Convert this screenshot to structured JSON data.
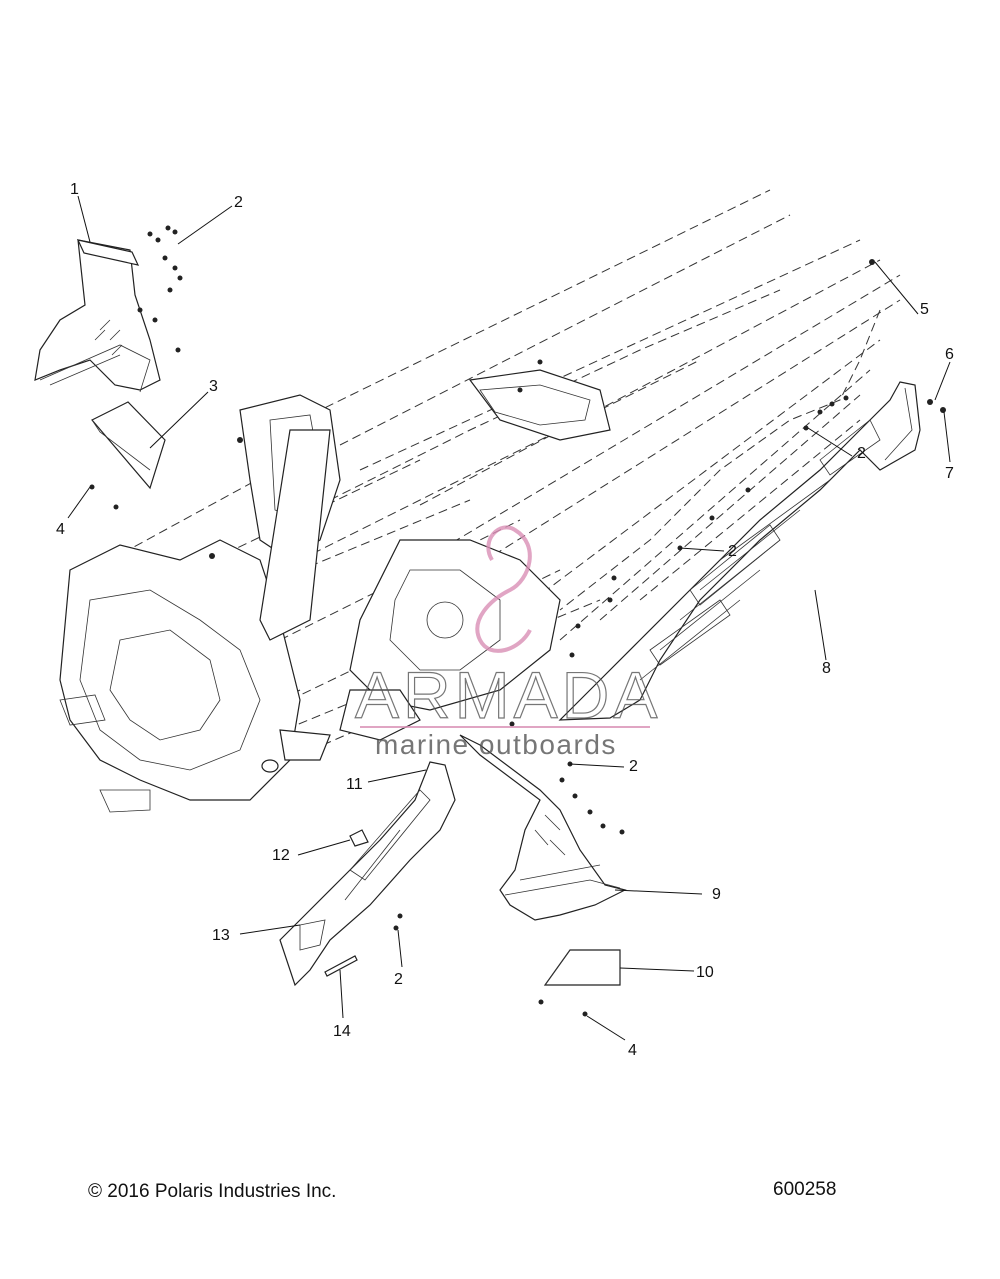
{
  "callouts": {
    "c1": "1",
    "c2a": "2",
    "c3": "3",
    "c4a": "4",
    "c5": "5",
    "c6": "6",
    "c7": "7",
    "c2b": "2",
    "c2c": "2",
    "c8": "8",
    "c2d": "2",
    "c11": "11",
    "c12": "12",
    "c9": "9",
    "c13": "13",
    "c2e": "2",
    "c10": "10",
    "c14": "14",
    "c4b": "4"
  },
  "watermark": {
    "brand": "ARMADA",
    "tagline": "marine outboards",
    "color": "#d98fb5"
  },
  "footer": {
    "copyright": "© 2016 Polaris Industries Inc.",
    "diagram_number": "600258"
  }
}
